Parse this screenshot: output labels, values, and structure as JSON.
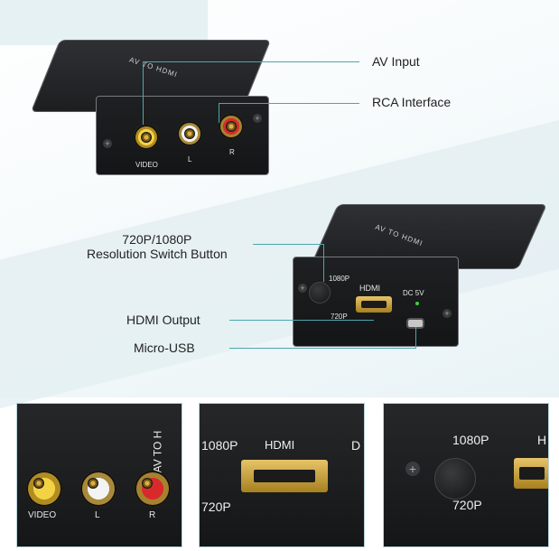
{
  "callouts": {
    "av_input": "AV Input",
    "rca_interface": "RCA Interface",
    "resolution_line1": "720P/1080P",
    "resolution_line2": "Resolution Switch Button",
    "hdmi_output": "HDMI Output",
    "micro_usb": "Micro-USB"
  },
  "device_av": {
    "brand": "AV TO HDMI",
    "ports": {
      "video": "VIDEO",
      "left": "L",
      "right": "R"
    }
  },
  "device_hdmi": {
    "brand": "AV TO HDMI",
    "switch_top": "1080P",
    "switch_bottom": "720P",
    "hdmi": "HDMI",
    "power": "DC 5V"
  },
  "insets": {
    "left": {
      "brand": "AV TO H",
      "video": "VIDEO",
      "left": "L",
      "right": "R"
    },
    "middle": {
      "top_left": "1080P",
      "hdmi": "HDMI",
      "edge": "D",
      "bottom_left": "720P"
    },
    "right": {
      "top": "1080P",
      "bottom": "720P",
      "edge": "H"
    }
  },
  "colors": {
    "accent_line": "#4aa7ad",
    "device": "#1d1e20",
    "gold": "#d8b04c"
  }
}
